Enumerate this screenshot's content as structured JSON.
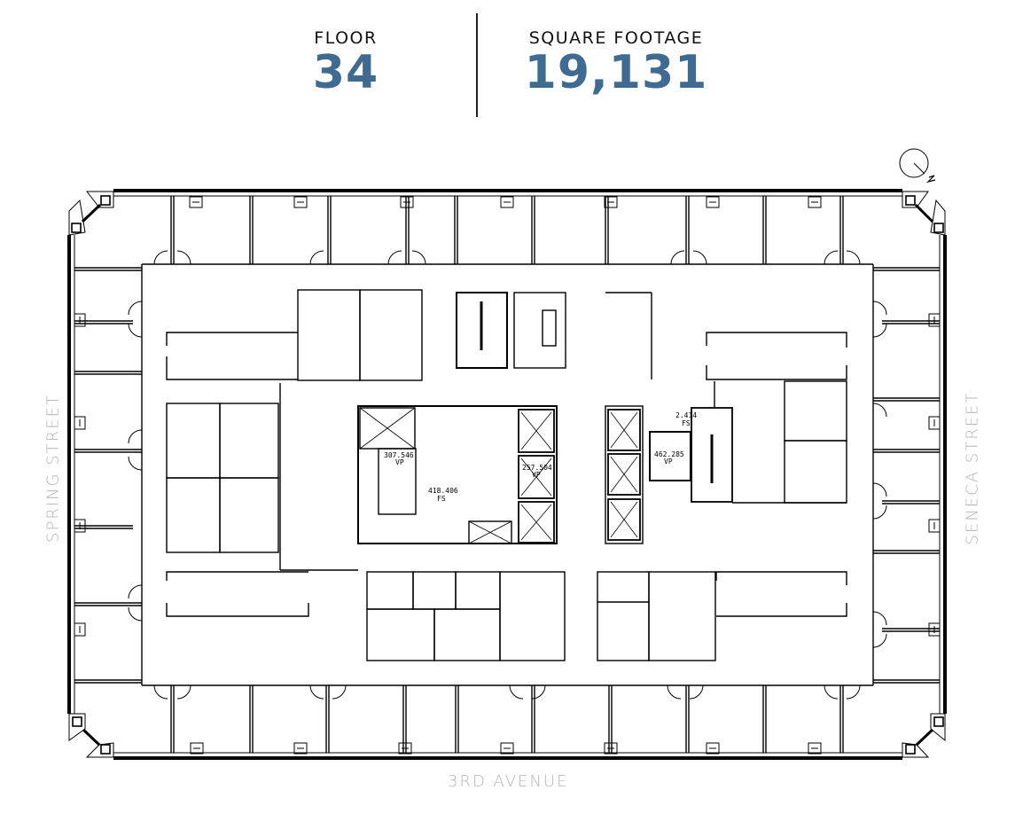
{
  "header": {
    "floor_label": "FLOOR",
    "floor_value": "34",
    "sqft_label": "SQUARE FOOTAGE",
    "sqft_value": "19,131",
    "accent_color": "#3f6a91"
  },
  "streets": {
    "bottom": "3RD AVENUE",
    "left": "SPRING STREET",
    "right": "SENECA STREET"
  },
  "compass": {
    "label": "N",
    "icon": "north-arrow-icon"
  },
  "core_annotations": [
    {
      "id": "stair-west-vp",
      "line1": "307.546",
      "line2": "VP"
    },
    {
      "id": "restroom-fs",
      "line1": "418.406",
      "line2": "FS"
    },
    {
      "id": "elevator-vp",
      "line1": "257.504",
      "line2": "VP"
    },
    {
      "id": "elevator-east-vp",
      "line1": "462.285",
      "line2": "VP"
    },
    {
      "id": "east-fs",
      "line1": "2.414",
      "line2": "FS"
    }
  ]
}
